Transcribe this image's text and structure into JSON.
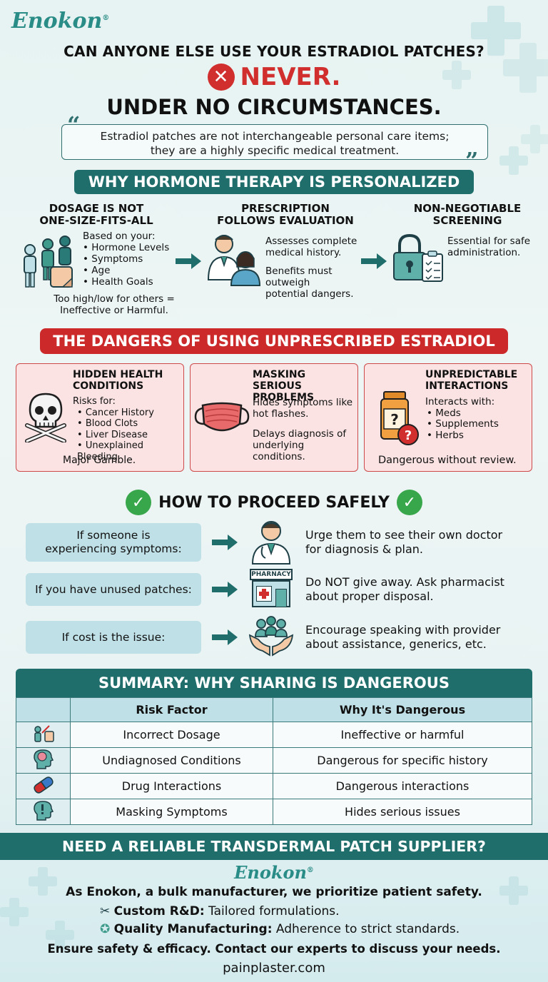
{
  "brand": {
    "name": "Enokon",
    "mark": "®"
  },
  "header": {
    "question": "CAN ANYONE ELSE USE YOUR ESTRADIOL PATCHES?",
    "never": "NEVER.",
    "subtitle": "UNDER NO CIRCUMSTANCES."
  },
  "quote": {
    "line1": "Estradiol patches are not interchangeable personal care items;",
    "line2": "they are a highly specific medical treatment."
  },
  "personalized": {
    "banner": "WHY HORMONE THERAPY IS PERSONALIZED",
    "col1": {
      "title1": "DOSAGE IS NOT",
      "title2": "ONE-SIZE-FITS-ALL",
      "intro": "Based on your:",
      "items": [
        "Hormone Levels",
        "Symptoms",
        "Age",
        "Health Goals"
      ],
      "note1": "Too high/low for others =",
      "note2": "Ineffective or Harmful."
    },
    "col2": {
      "title1": "PRESCRIPTION",
      "title2": "FOLLOWS EVALUATION",
      "p1a": "Assesses complete",
      "p1b": "medical history.",
      "p2a": "Benefits must",
      "p2b": "outweigh",
      "p2c": "potential dangers."
    },
    "col3": {
      "title1": "NON-NEGOTIABLE",
      "title2": "SCREENING",
      "p1a": "Essential for safe",
      "p1b": "administration."
    }
  },
  "dangers": {
    "banner": "THE DANGERS OF USING UNPRESCRIBED ESTRADIOL",
    "card1": {
      "title1": "HIDDEN HEALTH",
      "title2": "CONDITIONS",
      "intro": "Risks for:",
      "items": [
        "Cancer History",
        "Blood Clots",
        "Liver Disease",
        "Unexplained Bleeding"
      ],
      "footer": "Major Gamble."
    },
    "card2": {
      "title1": "MASKING SERIOUS",
      "title2": "PROBLEMS",
      "p1a": "Hides symptoms like",
      "p1b": "hot flashes.",
      "p2a": "Delays diagnosis of",
      "p2b": "underlying conditions."
    },
    "card3": {
      "title1": "UNPREDICTABLE",
      "title2": "INTERACTIONS",
      "intro": "Interacts with:",
      "items": [
        "Meds",
        "Supplements",
        "Herbs"
      ],
      "footer": "Dangerous without review."
    }
  },
  "proceed": {
    "banner": "HOW TO PROCEED SAFELY",
    "rows": [
      {
        "cond1": "If someone is",
        "cond2": "experiencing symptoms:",
        "act1": "Urge them to see their own doctor",
        "act2": "for diagnosis & plan."
      },
      {
        "cond1": "If you have unused patches:",
        "cond2": "",
        "act1": "Do NOT give away. Ask pharmacist",
        "act2": "about proper disposal.",
        "sign": "PHARNACY"
      },
      {
        "cond1": "If cost is the issue:",
        "cond2": "",
        "act1": "Encourage speaking with provider",
        "act2": "about assistance, generics, etc."
      }
    ]
  },
  "summary": {
    "banner": "SUMMARY: WHY SHARING IS DANGEROUS",
    "headers": [
      "Risk Factor",
      "Why It's Dangerous"
    ],
    "rows": [
      [
        "Incorrect Dosage",
        "Ineffective or harmful"
      ],
      [
        "Undiagnosed Conditions",
        "Dangerous for specific history"
      ],
      [
        "Drug Interactions",
        "Dangerous interactions"
      ],
      [
        "Masking Symptoms",
        "Hides serious issues"
      ]
    ]
  },
  "footer": {
    "banner": "NEED A RELIABLE TRANSDERMAL PATCH SUPPLIER?",
    "intro": "As Enokon, a bulk manufacturer, we prioritize patient safety.",
    "f1_label": "Custom R&D:",
    "f1_text": " Tailored formulations.",
    "f2_label": "Quality Manufacturing:",
    "f2_text": " Adherence to strict standards.",
    "cta": "Ensure safety & efficacy. Contact our experts to discuss your needs.",
    "url": "painplaster.com"
  },
  "colors": {
    "teal": "#1f6e6c",
    "red": "#cc2a2a",
    "green": "#38a64a",
    "brand": "#2a8c86"
  }
}
